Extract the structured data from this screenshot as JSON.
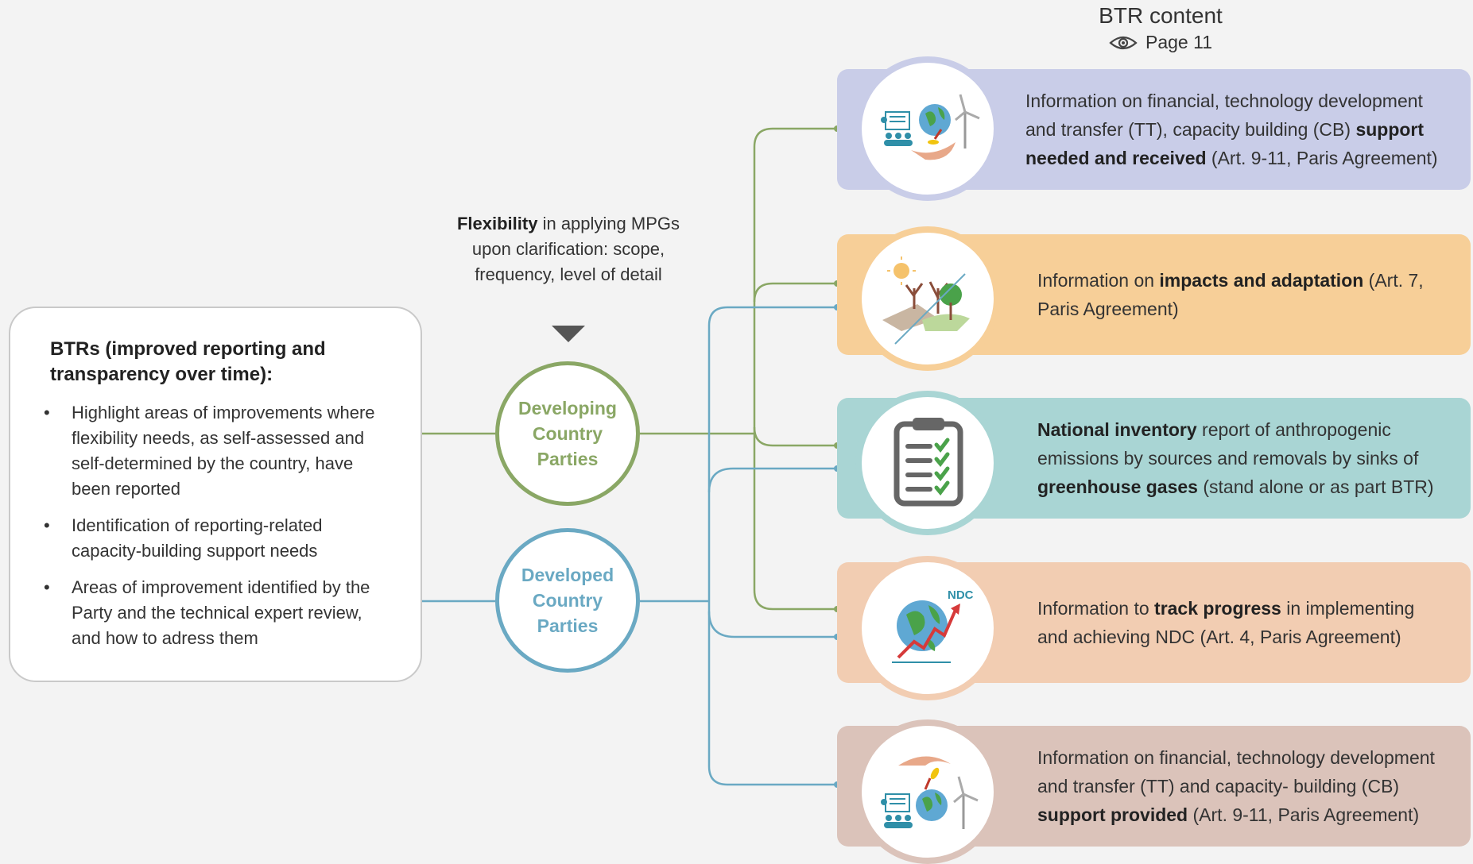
{
  "header": {
    "title": "BTR content",
    "page_label": "Page 11",
    "eye_icon": "eye-icon"
  },
  "left_box": {
    "title": "BTRs (improved reporting and transparency over time):",
    "bullet_glyph": "•",
    "items": [
      "Highlight areas of improvements where flexibility needs, as self-assessed and self-determined by the country, have been reported",
      "Identification of reporting-related capacity-building support needs",
      "Areas of improvement identified by the Party and the technical expert review, and how to adress them"
    ]
  },
  "flexibility": {
    "bold": "Flexibility",
    "rest": " in applying MPGs upon clarification: scope, frequency, level of detail"
  },
  "parties": {
    "developing": "Developing Country Parties",
    "developed": "Developed Country Parties"
  },
  "colors": {
    "developing": "#8aa765",
    "developed": "#6aa9c3",
    "card1": "#c9cde8",
    "card2": "#f7cf98",
    "card3": "#a9d5d4",
    "card4": "#f2cdb2",
    "card5": "#dbc3ba"
  },
  "cards": [
    {
      "icon": "support-needed-icon",
      "pre": "Information on financial, technology development and transfer (TT), capacity building (CB) ",
      "bold": "support needed and received",
      "post": " (Art. 9-11, Paris Agreement)"
    },
    {
      "icon": "impacts-adaptation-icon",
      "pre": "Information on ",
      "bold": "impacts and adaptation",
      "post": " (Art. 7, Paris Agreement)"
    },
    {
      "icon": "inventory-clipboard-icon",
      "pre": "",
      "bold": "National inventory",
      "mid": " report of anthropogenic emissions by sources and removals by sinks of ",
      "bold2": "greenhouse gases",
      "post": " (stand alone or as part BTR)"
    },
    {
      "icon": "ndc-progress-icon",
      "icon_label": "NDC",
      "pre": "Information to ",
      "bold": "track progress",
      "post": " in implementing and achieving NDC (Art. 4, Paris Agreement)"
    },
    {
      "icon": "support-provided-icon",
      "pre": "Information on financial, technology development and transfer (TT) and capacity- building (CB) ",
      "bold": "support provided",
      "post": " (Art. 9-11, Paris Agreement)"
    }
  ]
}
